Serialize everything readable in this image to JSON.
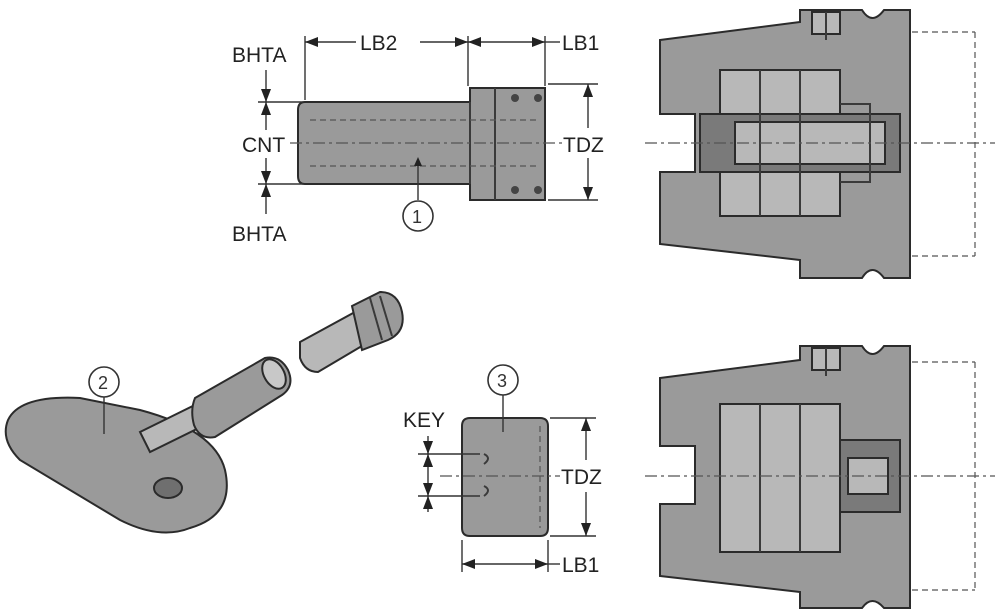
{
  "labels": {
    "lb2": "LB2",
    "lb1_top": "LB1",
    "bhta_top": "BHTA",
    "cnt": "CNT",
    "bhta_bottom": "BHTA",
    "tdz_top": "TDZ",
    "key": "KEY",
    "tdz_bottom": "TDZ",
    "lb1_bottom": "LB1"
  },
  "callouts": {
    "item1": "1",
    "item2": "2",
    "item3": "3"
  },
  "colors": {
    "part_fill": "#9a9a9a",
    "line": "#2b2b2b"
  }
}
